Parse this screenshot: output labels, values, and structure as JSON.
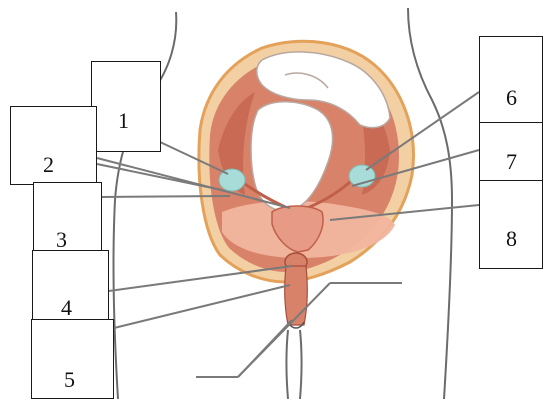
{
  "diagram": {
    "labels": [
      "1",
      "2",
      "3",
      "4",
      "5",
      "6",
      "7",
      "8"
    ],
    "colors": {
      "outline": "#6b6b6b",
      "skin": "#f2d0a4",
      "skin_edge": "#e4a15a",
      "muscle": "#d9826a",
      "muscle_dark": "#c0604b",
      "bladder": "#f1b59e",
      "intestine": "#ffffff",
      "ovary": "#a8dcd8",
      "leader": "#7a7a7a"
    }
  }
}
